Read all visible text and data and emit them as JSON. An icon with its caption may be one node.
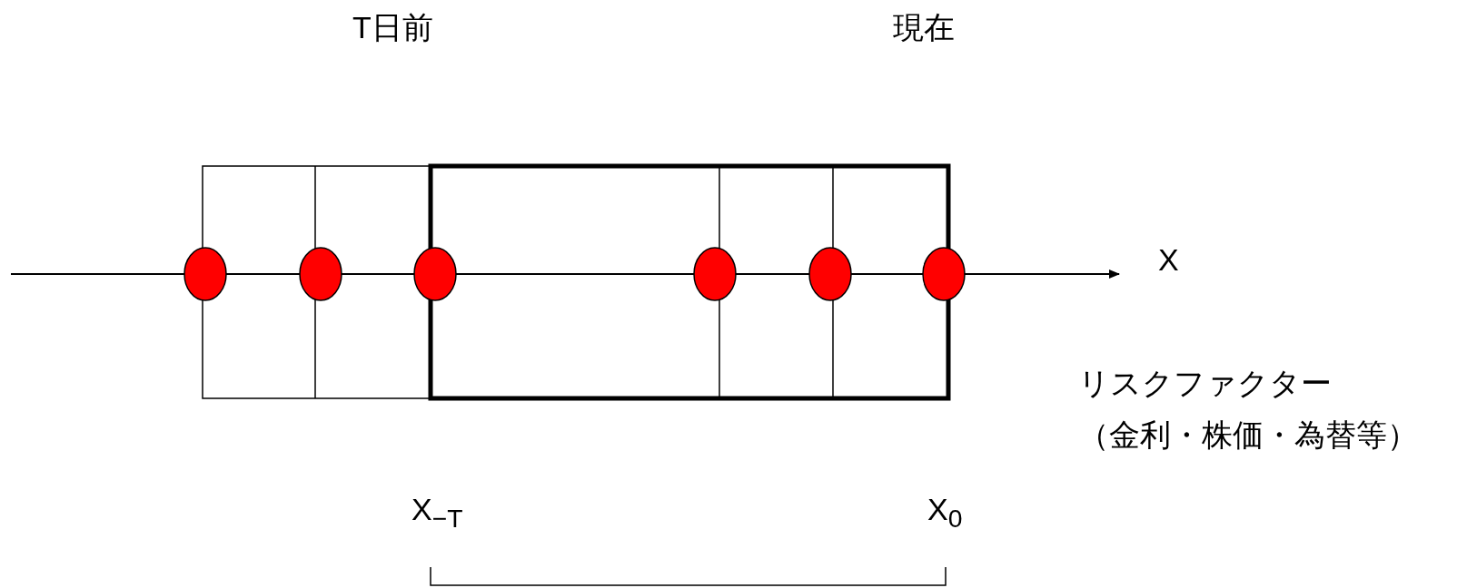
{
  "diagram": {
    "labels": [
      "T日前",
      "現在",
      "X",
      "リスクファクター",
      "（金利・株価・為替等）",
      "X$_{−T}$",
      "X$_{0}$"
    ]
  }
}
